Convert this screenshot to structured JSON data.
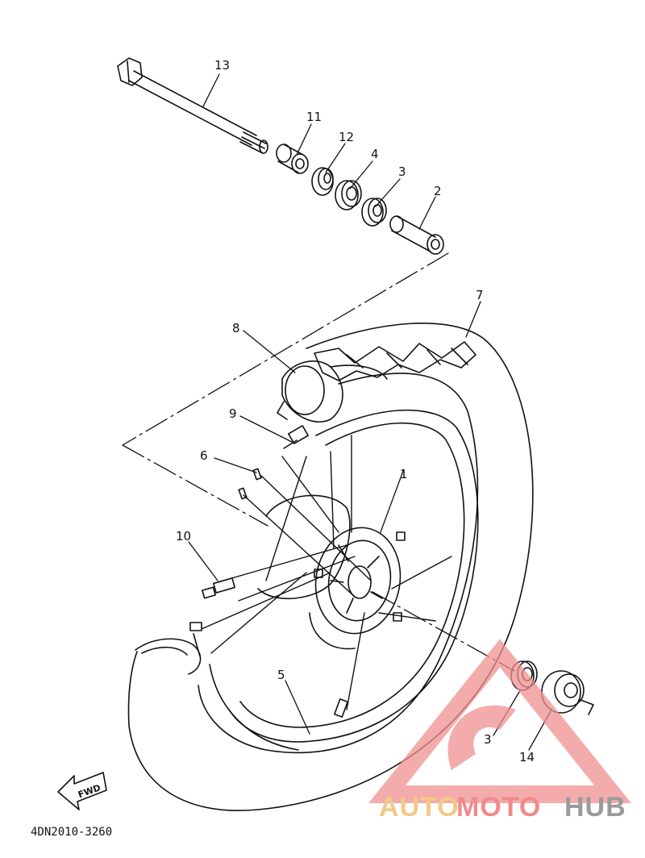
{
  "diagram": {
    "labels": [
      {
        "id": "13",
        "text": "13"
      },
      {
        "id": "11",
        "text": "11"
      },
      {
        "id": "12",
        "text": "12"
      },
      {
        "id": "4",
        "text": "4"
      },
      {
        "id": "3a",
        "text": "3"
      },
      {
        "id": "2",
        "text": "2"
      },
      {
        "id": "7",
        "text": "7"
      },
      {
        "id": "8",
        "text": "8"
      },
      {
        "id": "9",
        "text": "9"
      },
      {
        "id": "6",
        "text": "6"
      },
      {
        "id": "1",
        "text": "1"
      },
      {
        "id": "10",
        "text": "10"
      },
      {
        "id": "5",
        "text": "5"
      },
      {
        "id": "3b",
        "text": "3"
      },
      {
        "id": "14",
        "text": "14"
      }
    ],
    "fwd": "FWD",
    "part_code": "4DN2010-3260"
  },
  "watermark": {
    "word_1": "AUTO",
    "word_2": "MOTO",
    "word_3": "HUB",
    "colors": {
      "auto": "#f2c98a",
      "moto": "#f08a8a",
      "hub": "#9a9a9a",
      "triangle": "#ef8f8f"
    }
  }
}
